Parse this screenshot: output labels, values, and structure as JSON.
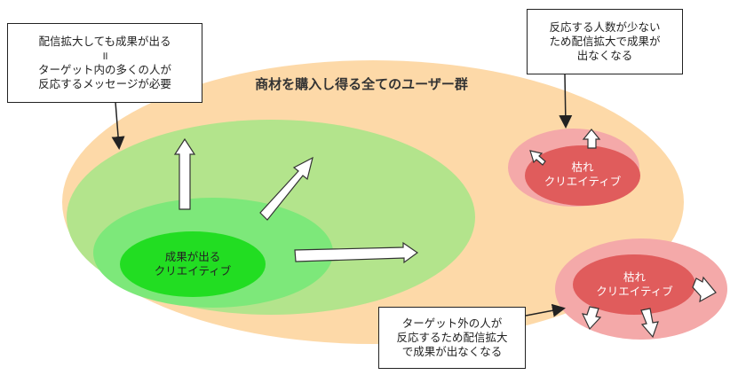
{
  "diagram": {
    "all_users_title": "商材を購入し得る全てのユーザー群",
    "effective_creative": [
      "成果が出る",
      "クリエイティブ"
    ],
    "withered_creative_top": [
      "枯れ",
      "クリエイティブ"
    ],
    "withered_creative_bottom": [
      "枯れ",
      "クリエイティブ"
    ],
    "note_top_left": [
      "配信拡大しても成果が出る",
      "॥",
      "ターゲット内の多くの人が",
      "反応するメッセージが必要"
    ],
    "note_top_right": [
      "反応する人数が少ない",
      "ため配信拡大で成果が",
      "出なくなる"
    ],
    "note_bottom": [
      "ターゲット外の人が",
      "反応するため配信拡大",
      "で成果が出なくなる"
    ]
  },
  "colors": {
    "population": "#fdd9a8",
    "outer_green": "#b3e48c",
    "mid_green": "#7de87a",
    "core_green": "#22dd22",
    "withered_outer": "#f4a9a9",
    "withered_core": "#e05c5c"
  }
}
